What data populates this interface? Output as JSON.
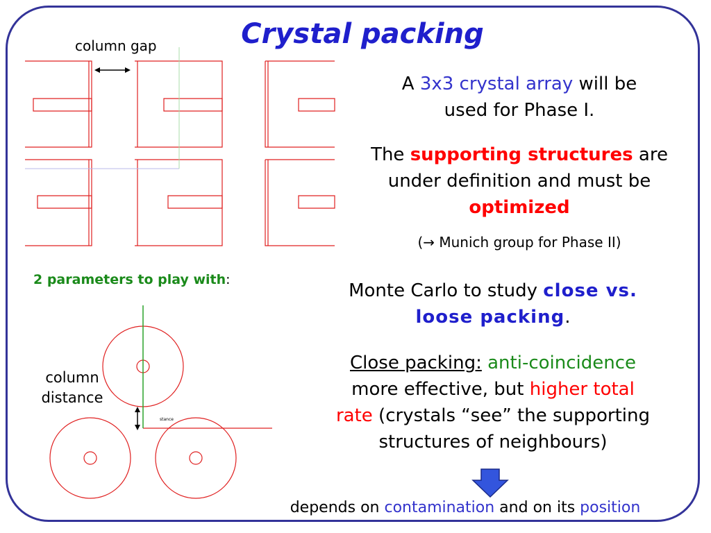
{
  "title": "Crystal packing",
  "labels": {
    "column_gap": "column gap",
    "params_main": "2 parameters to play with",
    "params_colon": ":",
    "column_distance_line1": "column",
    "column_distance_line2": "distance"
  },
  "text": {
    "p1_a": "A ",
    "p1_b": "3x3 crystal array",
    "p1_c": " will be",
    "p1_d": "used for Phase I.",
    "p2_a": "The ",
    "p2_b": "supporting structures",
    "p2_c": " are",
    "p2_d": "under definition and must be",
    "p2_e": "optimized",
    "p2_note": "(→ Munich group for Phase II)",
    "p3_a": "Monte Carlo to study ",
    "p3_b": "close vs.",
    "p3_c": "loose packing",
    "p3_d": ".",
    "p4_a": "Close packing:",
    "p4_b": " anti-coincidence",
    "p4_c": "more effective, but ",
    "p4_d": "higher total",
    "p4_e": "rate",
    "p4_f": " (crystals “see” the supporting",
    "p4_g": "structures of neighbours)",
    "p5_a": "depends on ",
    "p5_b": "contamination",
    "p5_c": " and on its ",
    "p5_d": "position"
  },
  "diagram": {
    "tiny_label": "stance"
  },
  "colors": {
    "frame": "#333399",
    "title": "#1f1fcc",
    "drawing": "#e02020",
    "green": "#1a8a1a",
    "arrow_fill": "#3355dd"
  }
}
